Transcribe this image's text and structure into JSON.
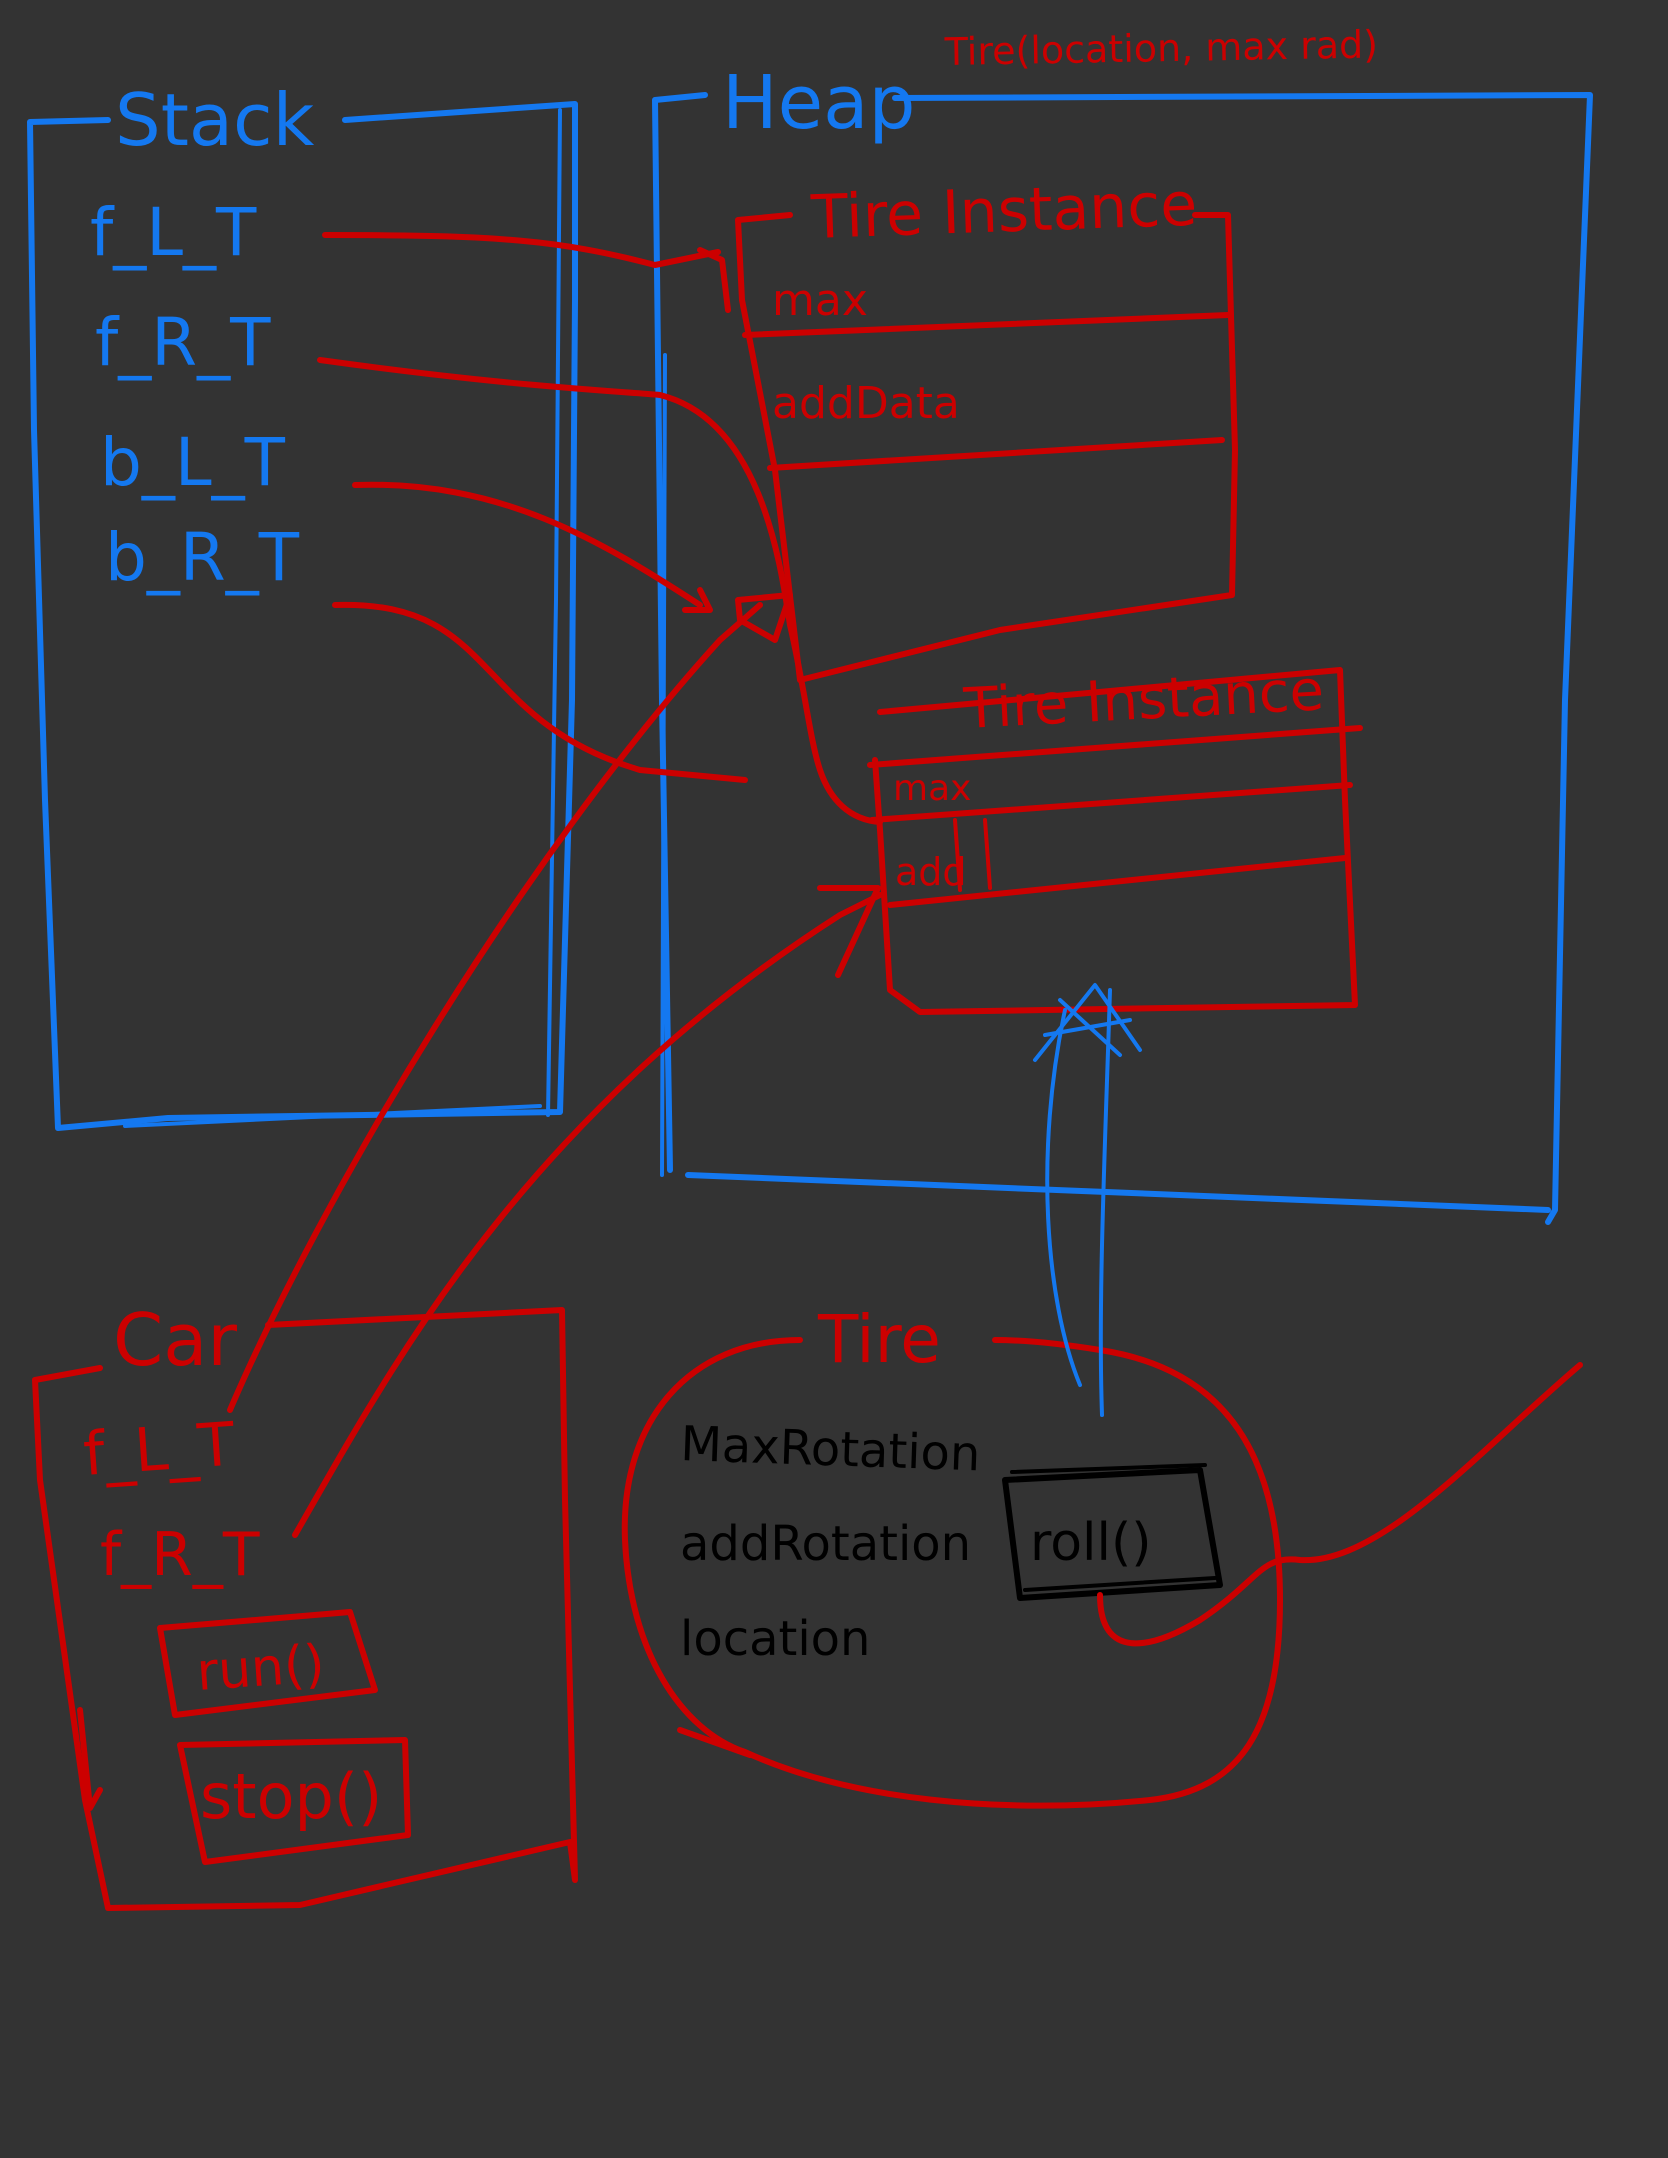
{
  "colors": {
    "background": "#333333",
    "blue": "#1478F0",
    "red": "#CC0000",
    "black": "#000000"
  },
  "constructor_note": "Tire(location, max rad)",
  "stack": {
    "title": "Stack",
    "vars": [
      "f_L_T",
      "f_R_T",
      "b_L_T",
      "b_R_T"
    ]
  },
  "heap": {
    "title": "Heap",
    "instance1": {
      "title": "Tire Instance",
      "fields": [
        "max",
        "addData"
      ]
    },
    "instance2": {
      "title": "Tire Instance",
      "fields": [
        "max",
        "add"
      ]
    }
  },
  "car": {
    "title": "Car",
    "fields": [
      "f_L_T",
      "f_R_T"
    ],
    "methods": [
      "run()",
      "stop()"
    ]
  },
  "tire": {
    "title": "Tire",
    "fields": [
      "MaxRotation",
      "addRotation",
      "location"
    ],
    "method": "roll()"
  }
}
